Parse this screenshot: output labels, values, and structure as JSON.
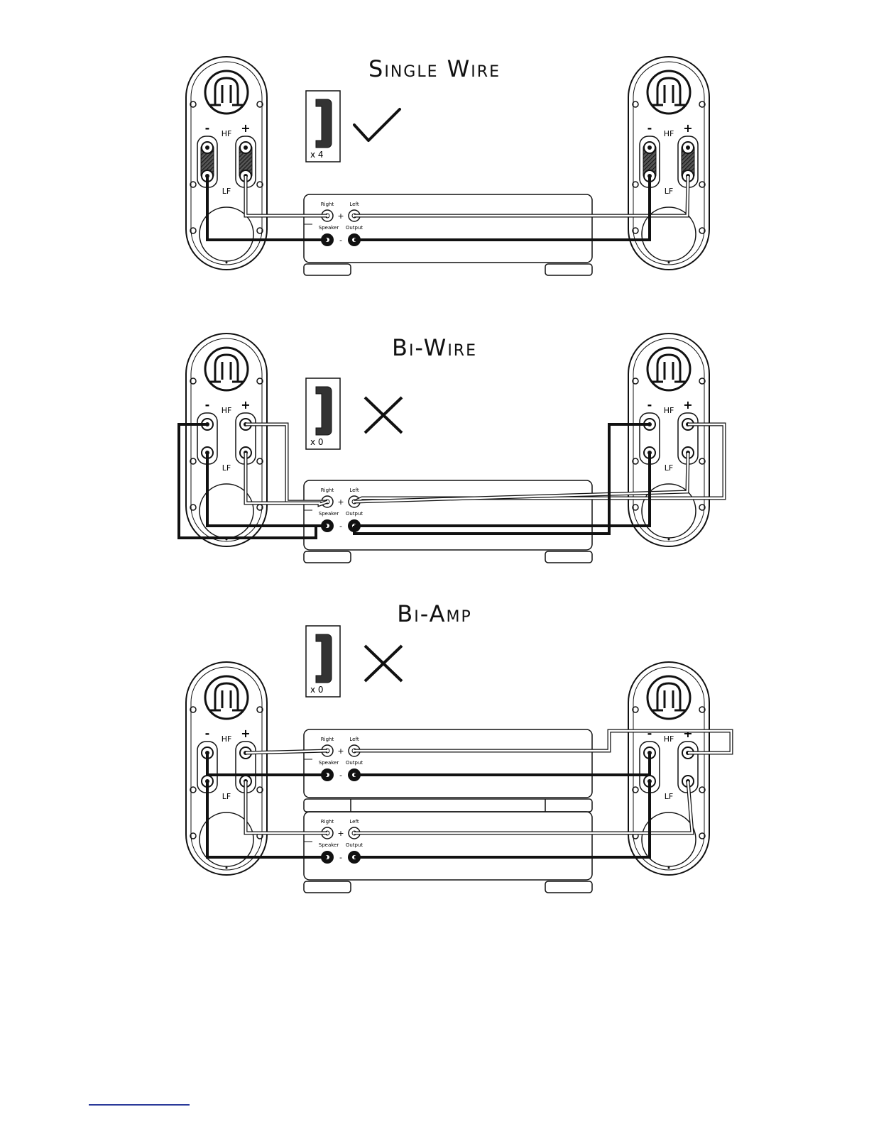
{
  "panels": [
    {
      "title": "Single Wire",
      "strap_count": "x 4",
      "status": "check",
      "mode": "single"
    },
    {
      "title": "Bi-Wire",
      "strap_count": "x 0",
      "status": "cross",
      "mode": "biwire"
    },
    {
      "title": "Bi-Amp",
      "strap_count": "x 0",
      "status": "cross",
      "mode": "biamp"
    }
  ],
  "labels": {
    "minus": "-",
    "plus": "+",
    "hf": "HF",
    "lf": "LF",
    "right": "Right",
    "left": "Left",
    "speaker": "Speaker",
    "output": "Output"
  },
  "colors": {
    "line": "#111111",
    "hatch": "#2a2a2a",
    "footer_link": "#2a3a9a"
  }
}
